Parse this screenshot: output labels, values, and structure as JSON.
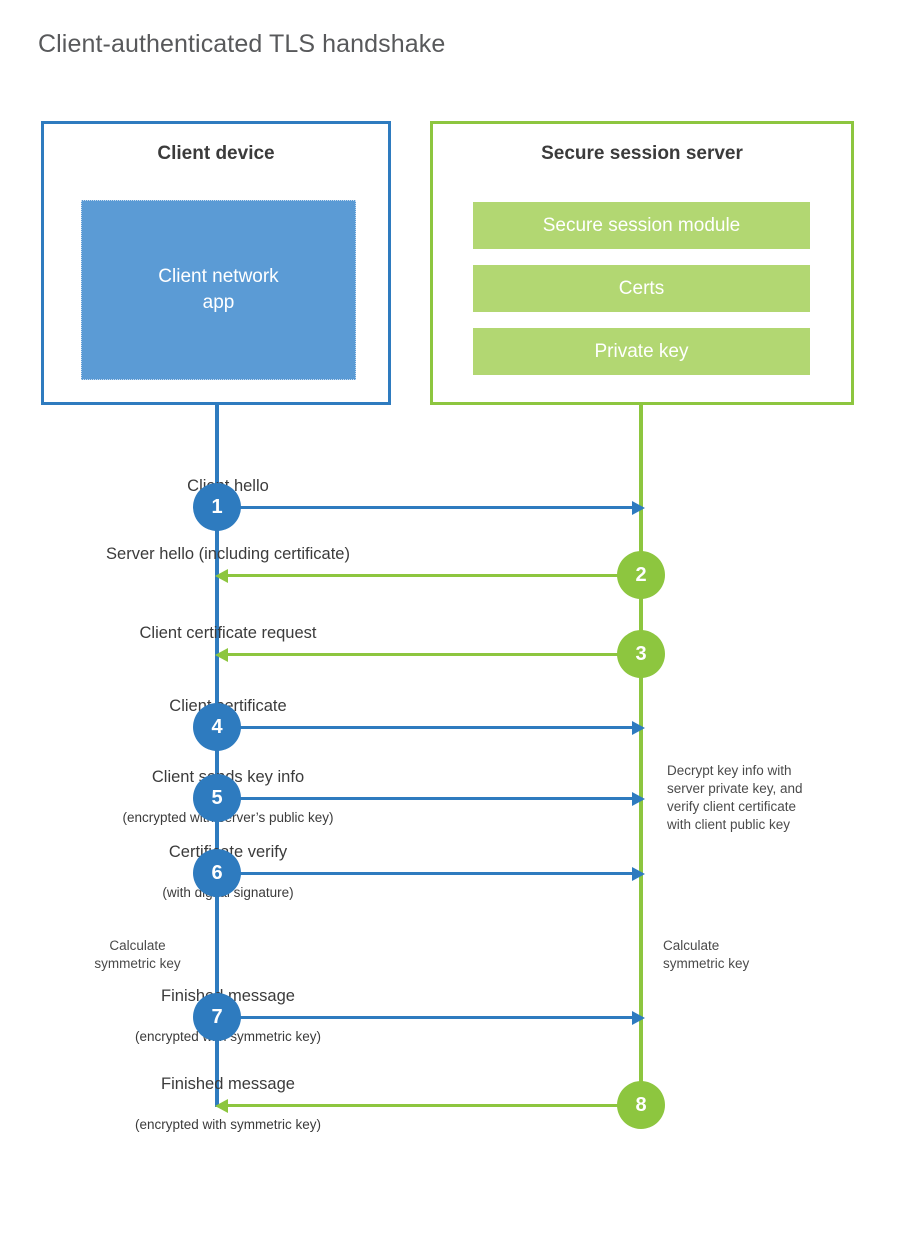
{
  "title": "Client-authenticated TLS handshake",
  "colors": {
    "client_blue": "#2e7bbf",
    "client_app_blue": "#5b9bd5",
    "server_green": "#8dc63f",
    "server_bar_green": "#b2d772",
    "text_dark": "#3b3b3b",
    "title_gray": "#58595b"
  },
  "client": {
    "title": "Client device",
    "app_label": "Client network\napp"
  },
  "server": {
    "title": "Secure session server",
    "components": [
      "Secure session module",
      "Certs",
      "Private key"
    ]
  },
  "notes": {
    "decrypt": "Decrypt key info with\nserver private key, and\nverify client certificate\nwith client public key",
    "client_symmetric_key": "Calculate\nsymmetric key",
    "server_symmetric_key": "Calculate\nsymmetric key"
  },
  "chart_data": {
    "type": "sequence-diagram",
    "title": "Client-authenticated TLS handshake",
    "actors": [
      "Client device",
      "Secure session server"
    ],
    "steps": [
      {
        "n": "1",
        "label": "Client hello",
        "sub": "",
        "direction": "client-to-server",
        "color": "#2e7bbf"
      },
      {
        "n": "2",
        "label": "Server hello (including certificate)",
        "sub": "",
        "direction": "server-to-client",
        "color": "#8dc63f"
      },
      {
        "n": "3",
        "label": "Client certificate request",
        "sub": "",
        "direction": "server-to-client",
        "color": "#8dc63f"
      },
      {
        "n": "4",
        "label": "Client certificate",
        "sub": "",
        "direction": "client-to-server",
        "color": "#2e7bbf"
      },
      {
        "n": "5",
        "label": "Client sends key info",
        "sub": "(encrypted with server’s public key)",
        "direction": "client-to-server",
        "color": "#2e7bbf"
      },
      {
        "n": "6",
        "label": "Certificate verify",
        "sub": "(with digital signature)",
        "direction": "client-to-server",
        "color": "#2e7bbf"
      },
      {
        "n": "7",
        "label": "Finished message",
        "sub": "(encrypted with symmetric key)",
        "direction": "client-to-server",
        "color": "#2e7bbf"
      },
      {
        "n": "8",
        "label": "Finished message",
        "sub": "(encrypted with symmetric key)",
        "direction": "server-to-client",
        "color": "#8dc63f"
      }
    ],
    "annotations": [
      "Decrypt key info with server private key, and verify client certificate with client public key",
      "Calculate symmetric key",
      "Calculate symmetric key"
    ]
  }
}
